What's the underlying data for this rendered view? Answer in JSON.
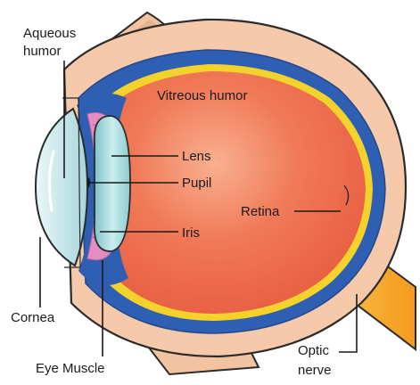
{
  "diagram": {
    "labels": {
      "aqueous_humor_line1": "Aqueous",
      "aqueous_humor_line2": "humor",
      "vitreous_humor": "Vitreous humor",
      "lens": "Lens",
      "pupil": "Pupil",
      "iris": "Iris",
      "retina": "Retina",
      "cornea": "Cornea",
      "eye_muscle": "Eye Muscle",
      "optic_nerve_line1": "Optic",
      "optic_nerve_line2": "nerve"
    },
    "colors": {
      "outline": "#2b2b2b",
      "sclera": "#f5c9a9",
      "choroid_blue": "#2f5fb3",
      "retina_yellow": "#f3d22b",
      "vitreous": "#ee6a4e",
      "vitreous_highlight": "#f5a07f",
      "lens": "#a9d8dc",
      "cornea": "#c8e6ea",
      "iris": "#e58cc0",
      "optic_nerve": "#f7b233"
    }
  }
}
